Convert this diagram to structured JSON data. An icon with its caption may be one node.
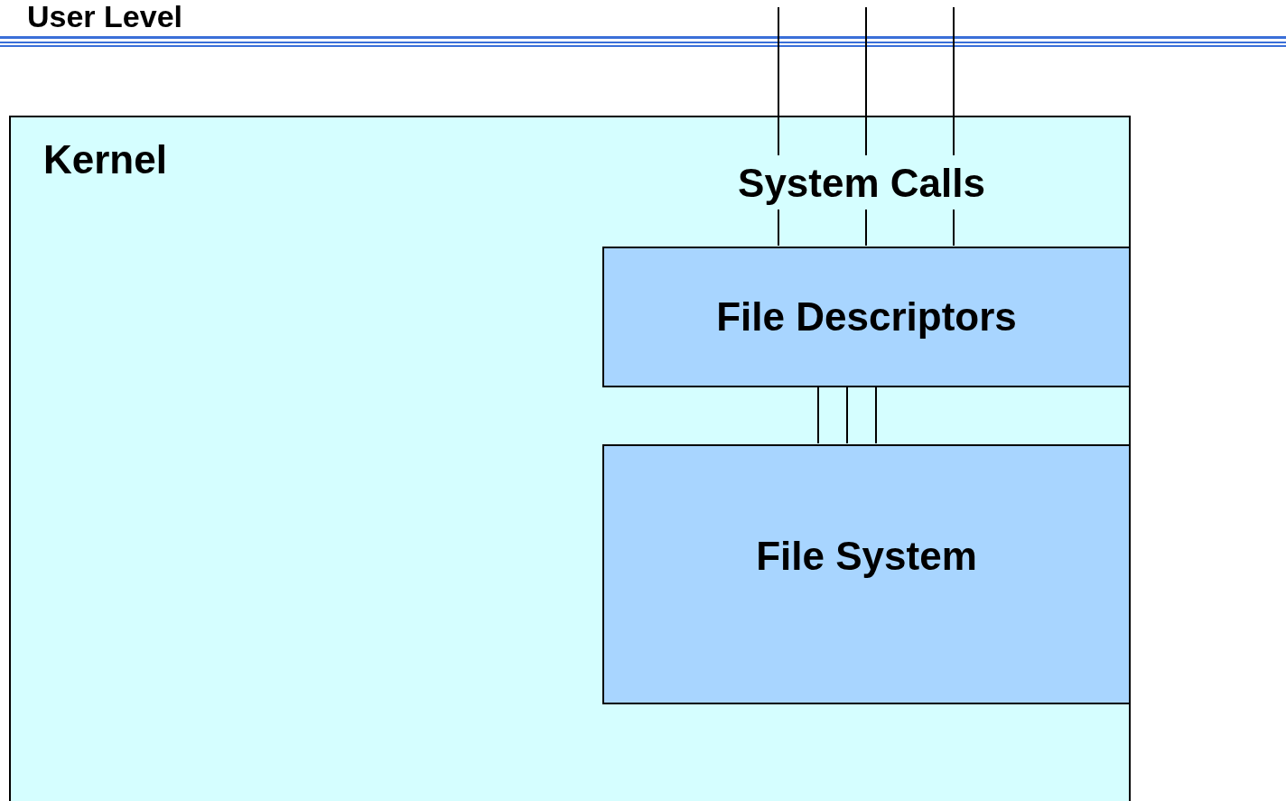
{
  "diagram": {
    "nodes": [
      {
        "text": [
          "Kernel"
        ]
      },
      {
        "text": [
          "System Calls"
        ],
        "in": 0
      },
      {
        "text": [
          "File Descriptors"
        ],
        "in": 0
      },
      {
        "text": [
          "File System"
        ],
        "in": 0
      }
    ],
    "edges": [
      {
        "from": null,
        "to": 1,
        "arrow": "none"
      },
      {
        "from": null,
        "to": 1,
        "arrow": "none"
      },
      {
        "from": null,
        "to": 1,
        "arrow": "none"
      },
      {
        "from": 1,
        "to": 2,
        "arrow": "none"
      },
      {
        "from": 1,
        "to": 2,
        "arrow": "none"
      },
      {
        "from": 1,
        "to": 2,
        "arrow": "none"
      },
      {
        "from": 2,
        "to": 3,
        "arrow": "none"
      },
      {
        "from": 2,
        "to": 3,
        "arrow": "none"
      },
      {
        "from": 2,
        "to": 3,
        "arrow": "none"
      }
    ],
    "labels": [
      "User Level"
    ]
  }
}
